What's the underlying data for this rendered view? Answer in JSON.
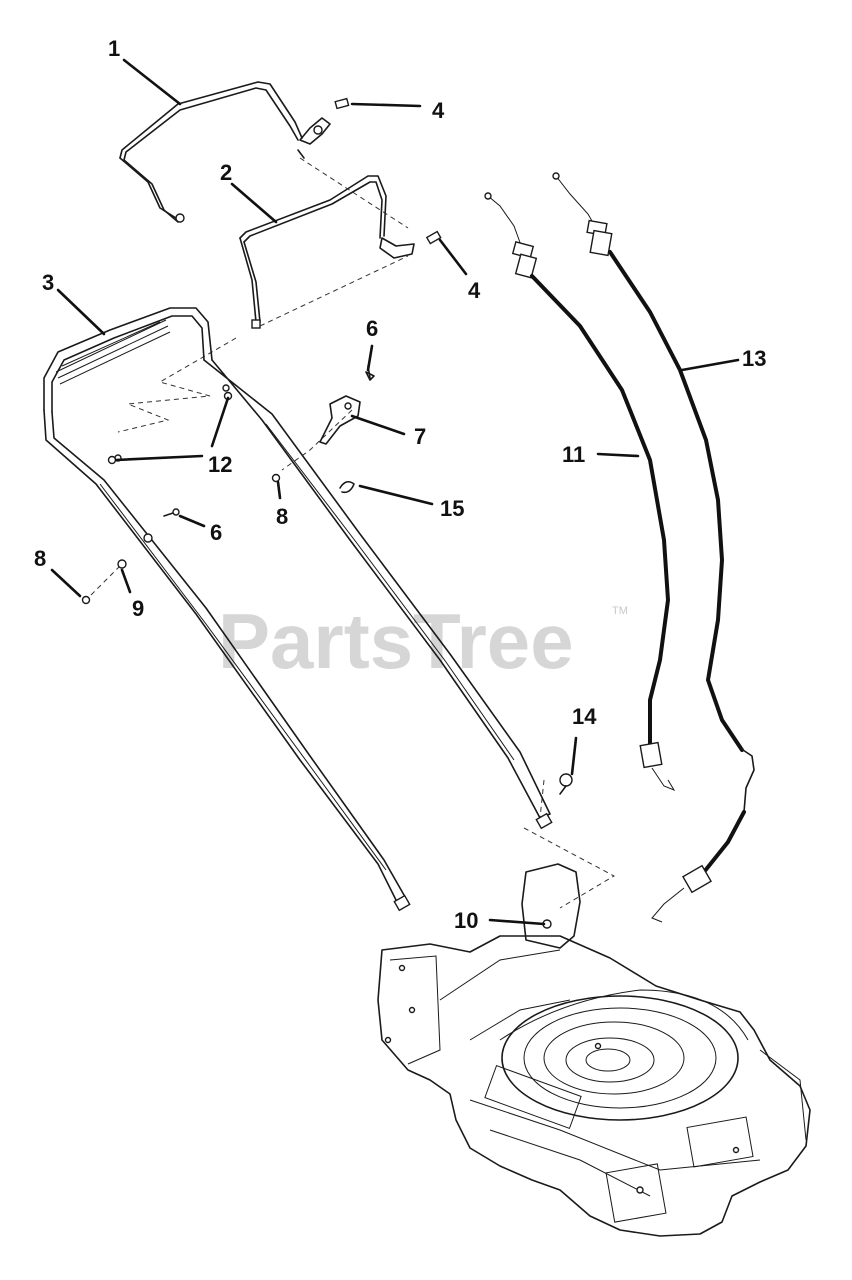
{
  "watermark": {
    "text": "PartsTree",
    "trademark": "TM"
  },
  "callouts": [
    {
      "id": "c1",
      "label": "1"
    },
    {
      "id": "c2",
      "label": "2"
    },
    {
      "id": "c3",
      "label": "3"
    },
    {
      "id": "c4a",
      "label": "4"
    },
    {
      "id": "c4b",
      "label": "4"
    },
    {
      "id": "c6a",
      "label": "6"
    },
    {
      "id": "c6b",
      "label": "6"
    },
    {
      "id": "c7",
      "label": "7"
    },
    {
      "id": "c8a",
      "label": "8"
    },
    {
      "id": "c8b",
      "label": "8"
    },
    {
      "id": "c9",
      "label": "9"
    },
    {
      "id": "c10",
      "label": "10"
    },
    {
      "id": "c11",
      "label": "11"
    },
    {
      "id": "c12",
      "label": "12"
    },
    {
      "id": "c13",
      "label": "13"
    },
    {
      "id": "c14",
      "label": "14"
    },
    {
      "id": "c15",
      "label": "15"
    }
  ],
  "colors": {
    "line": "#111111",
    "watermark": "#d6d6d6",
    "background": "#ffffff"
  }
}
